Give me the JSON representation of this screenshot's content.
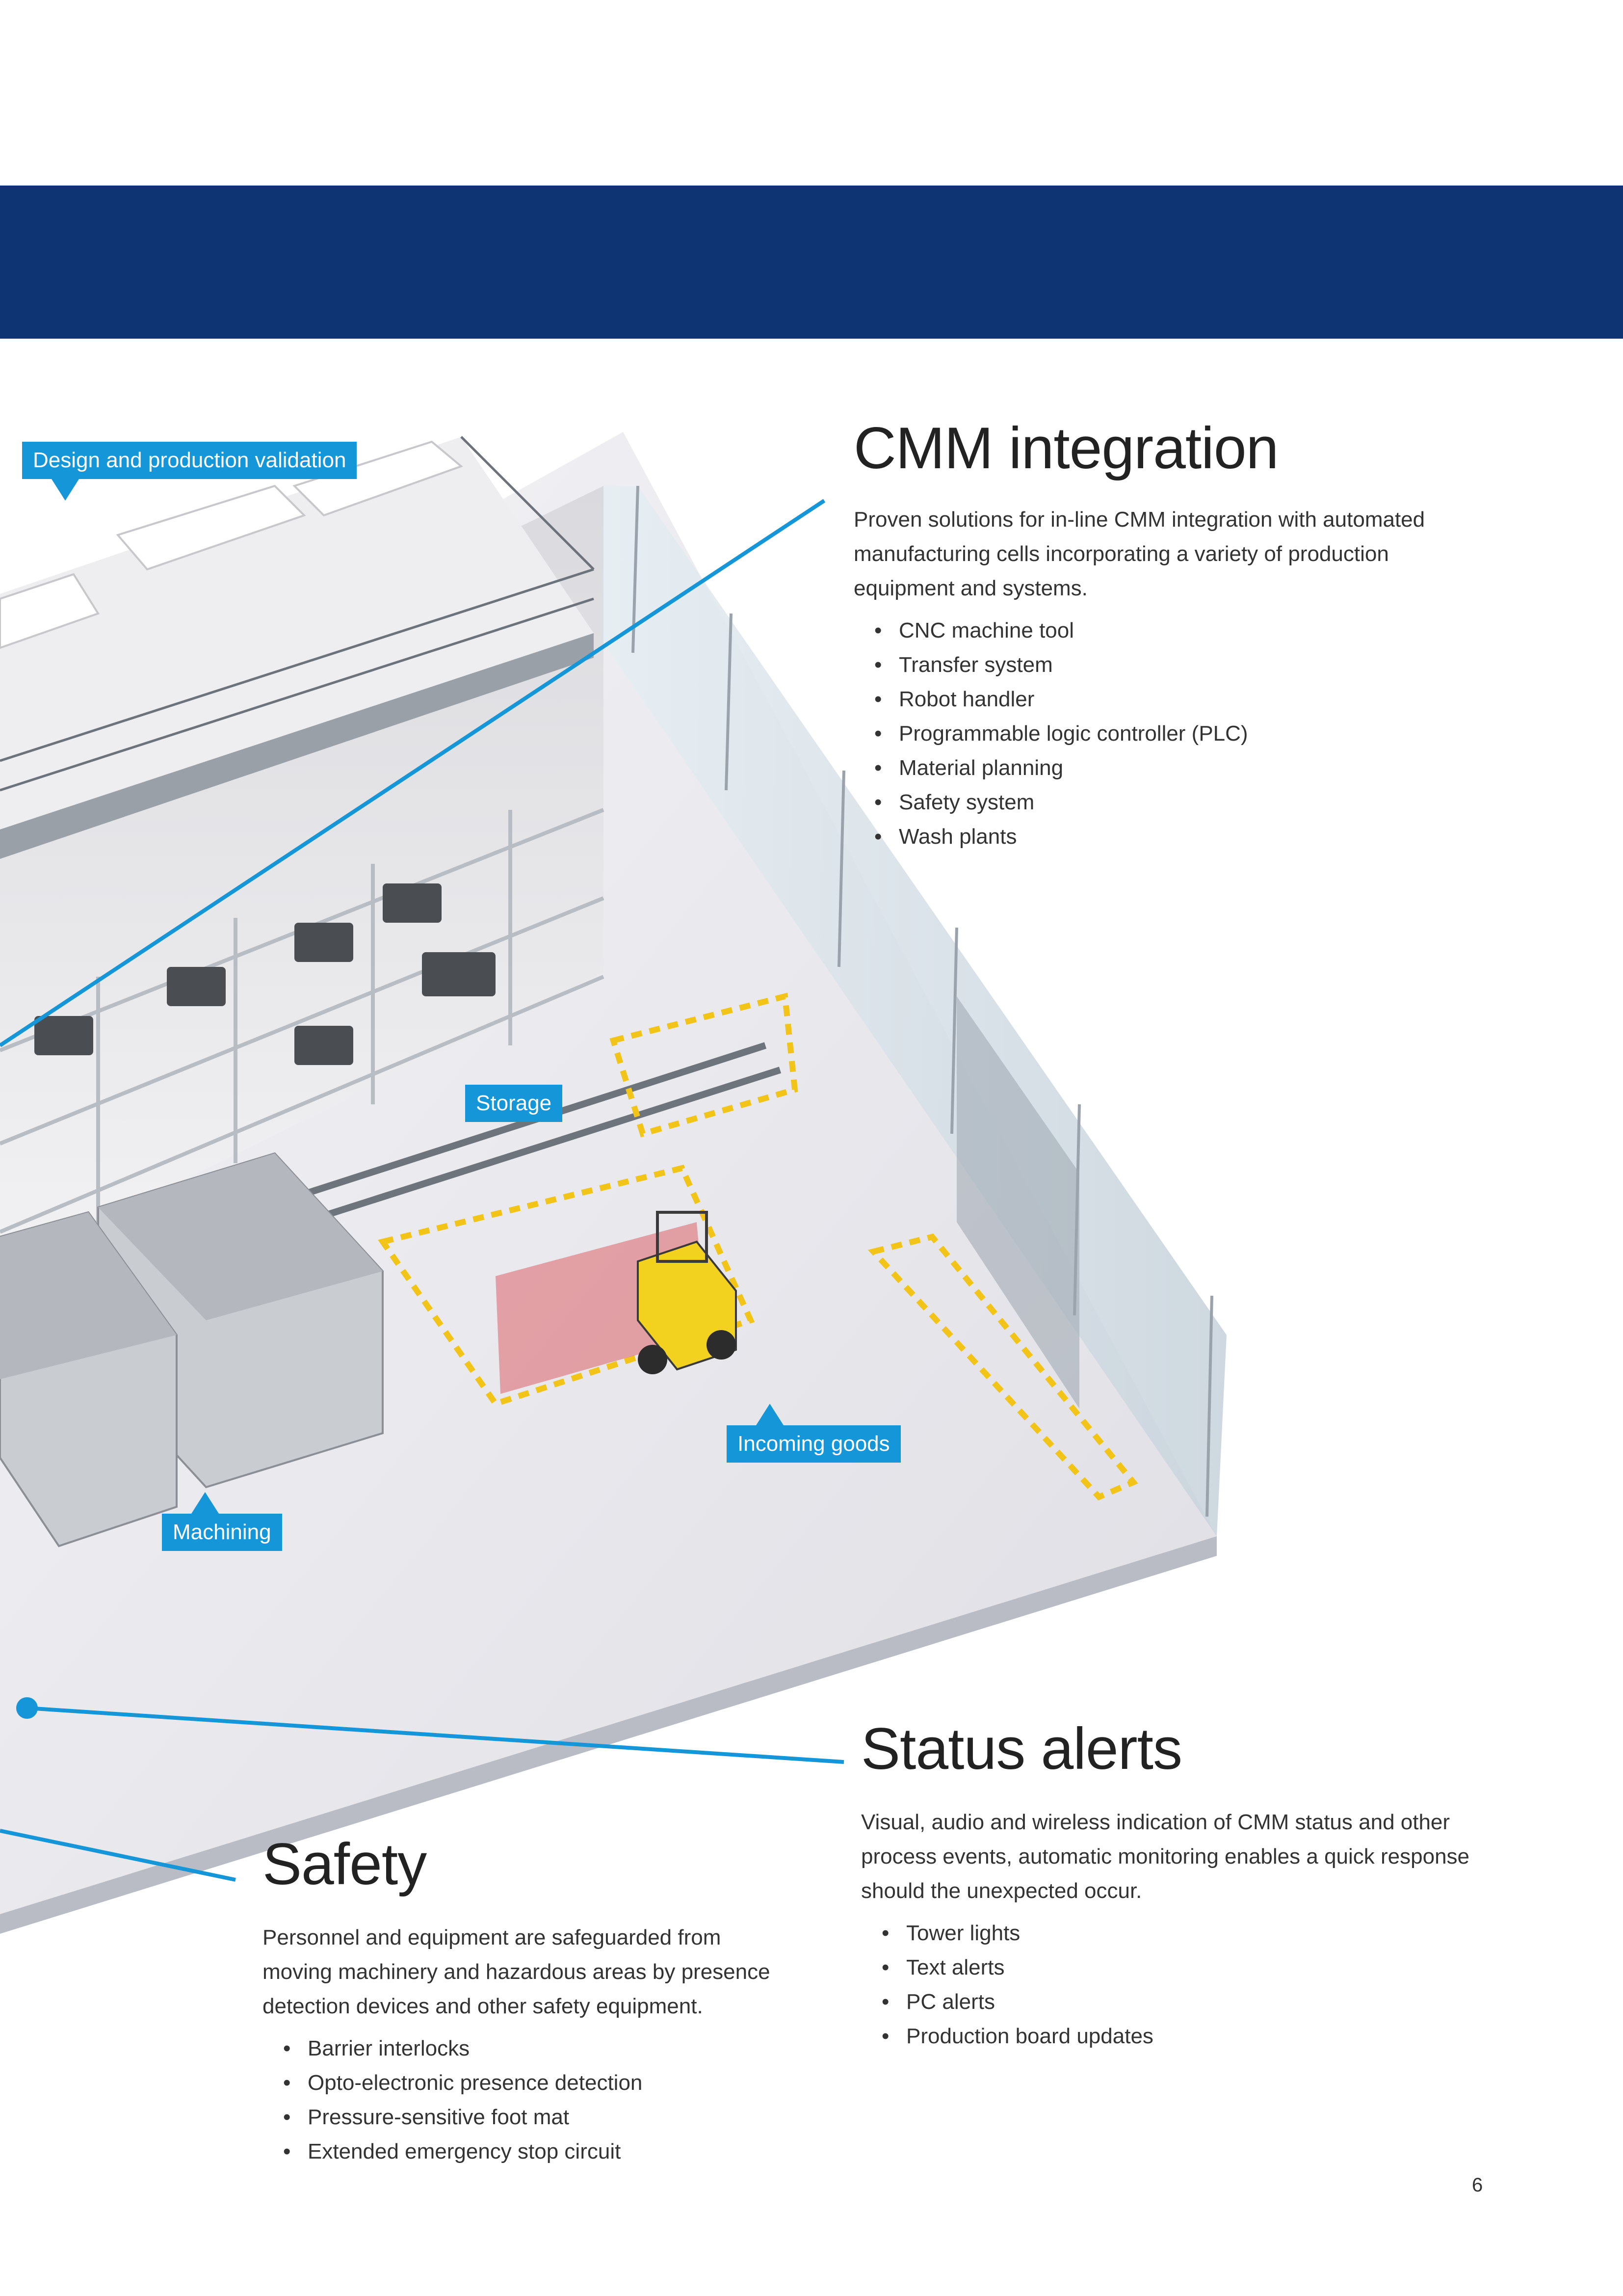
{
  "colors": {
    "banner": "#0e3474",
    "accent": "#1596d8",
    "hazard_yellow": "#f2c418",
    "forklift_yellow": "#f2d21e",
    "floor": "#e9e9ee",
    "glass": "#cfe6f2",
    "machine_gray": "#c9ccd1"
  },
  "callouts": {
    "design": "Design and production validation",
    "storage": "Storage",
    "incoming": "Incoming goods",
    "machining": "Machining"
  },
  "sections": {
    "cmm": {
      "title": "CMM integration",
      "body": "Proven solutions for in-line CMM integration with automated manufacturing cells incorporating a variety of production equipment and systems.",
      "items": [
        "CNC machine tool",
        "Transfer system",
        "Robot handler",
        "Programmable logic controller (PLC)",
        "Material planning",
        "Safety system",
        "Wash plants"
      ]
    },
    "status": {
      "title": "Status alerts",
      "body": "Visual, audio and wireless indication of CMM status and other process events, automatic monitoring enables a quick response should the unexpected occur.",
      "items": [
        "Tower lights",
        "Text alerts",
        "PC alerts",
        "Production board updates"
      ]
    },
    "safety": {
      "title": "Safety",
      "body": "Personnel and equipment are safeguarded from moving machinery and hazardous areas by presence detection devices and other safety equipment.",
      "items": [
        "Barrier interlocks",
        "Opto-electronic presence detection",
        "Pressure-sensitive foot mat",
        "Extended emergency stop circuit"
      ]
    }
  },
  "bullet": "•",
  "page_number": "6"
}
